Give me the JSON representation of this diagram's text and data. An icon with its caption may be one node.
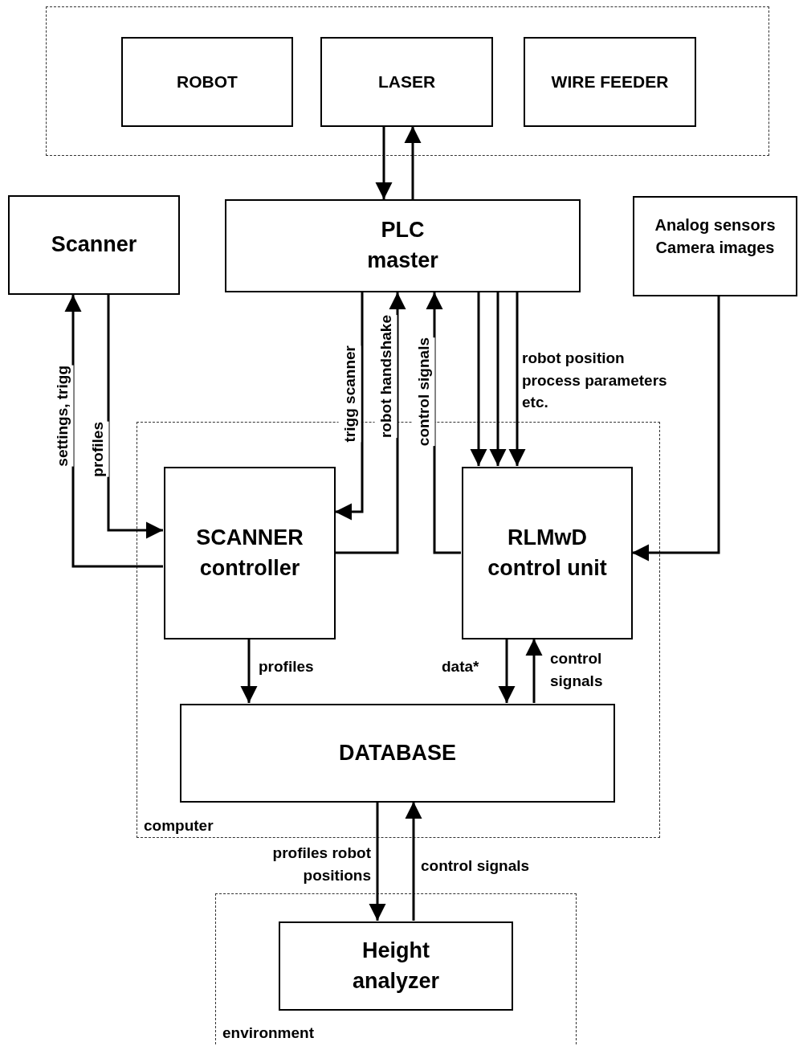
{
  "diagram": {
    "nodes": [
      {
        "text": [],
        "shape": "box"
      },
      {
        "text": [
          "ROBOT"
        ],
        "in": 0
      },
      {
        "text": [
          "LASER"
        ],
        "in": 0
      },
      {
        "text": [
          "WIRE FEEDER"
        ],
        "in": 0
      },
      {
        "text": [
          "Scanner"
        ]
      },
      {
        "text": [
          "PLC master"
        ]
      },
      {
        "text": [
          "Analog sensors",
          "Camera images"
        ]
      },
      {
        "text": [
          "computer"
        ]
      },
      {
        "text": [
          "SCANNER controller"
        ],
        "in": 7
      },
      {
        "text": [
          "RLMwD control unit"
        ],
        "in": 7
      },
      {
        "text": [
          "DATABASE"
        ],
        "in": 7
      },
      {
        "text": [
          "environment"
        ]
      },
      {
        "text": [
          "Height analyzer"
        ],
        "in": 11
      }
    ],
    "edges": [
      {
        "from": 2,
        "to": 5,
        "arrow": "to"
      },
      {
        "from": 5,
        "to": 2,
        "arrow": "to"
      },
      {
        "from": 4,
        "to": 8,
        "arrow": "to",
        "label": "profiles"
      },
      {
        "from": 8,
        "to": 4,
        "arrow": "to",
        "label": "settings, trigg"
      },
      {
        "from": 5,
        "to": 8,
        "arrow": "to",
        "label": "trigg scanner"
      },
      {
        "from": 8,
        "to": 5,
        "arrow": "to",
        "label": "robot handshake"
      },
      {
        "from": 9,
        "to": 5,
        "arrow": "to",
        "label": "control signals"
      },
      {
        "from": 5,
        "to": 9,
        "arrow": "to"
      },
      {
        "from": 5,
        "to": 9,
        "arrow": "to"
      },
      {
        "from": 5,
        "to": 9,
        "arrow": "to",
        "label": "robot position process parameters etc."
      },
      {
        "from": 6,
        "to": 9,
        "arrow": "to"
      },
      {
        "from": 8,
        "to": 10,
        "arrow": "to",
        "label": "profiles"
      },
      {
        "from": 9,
        "to": 10,
        "arrow": "to",
        "label": "data*"
      },
      {
        "from": 10,
        "to": 9,
        "arrow": "to",
        "label": "control signals"
      },
      {
        "from": 10,
        "to": 12,
        "arrow": "to",
        "label": "profiles robot positions"
      },
      {
        "from": 12,
        "to": 10,
        "arrow": "to",
        "label": "control signals"
      }
    ]
  }
}
